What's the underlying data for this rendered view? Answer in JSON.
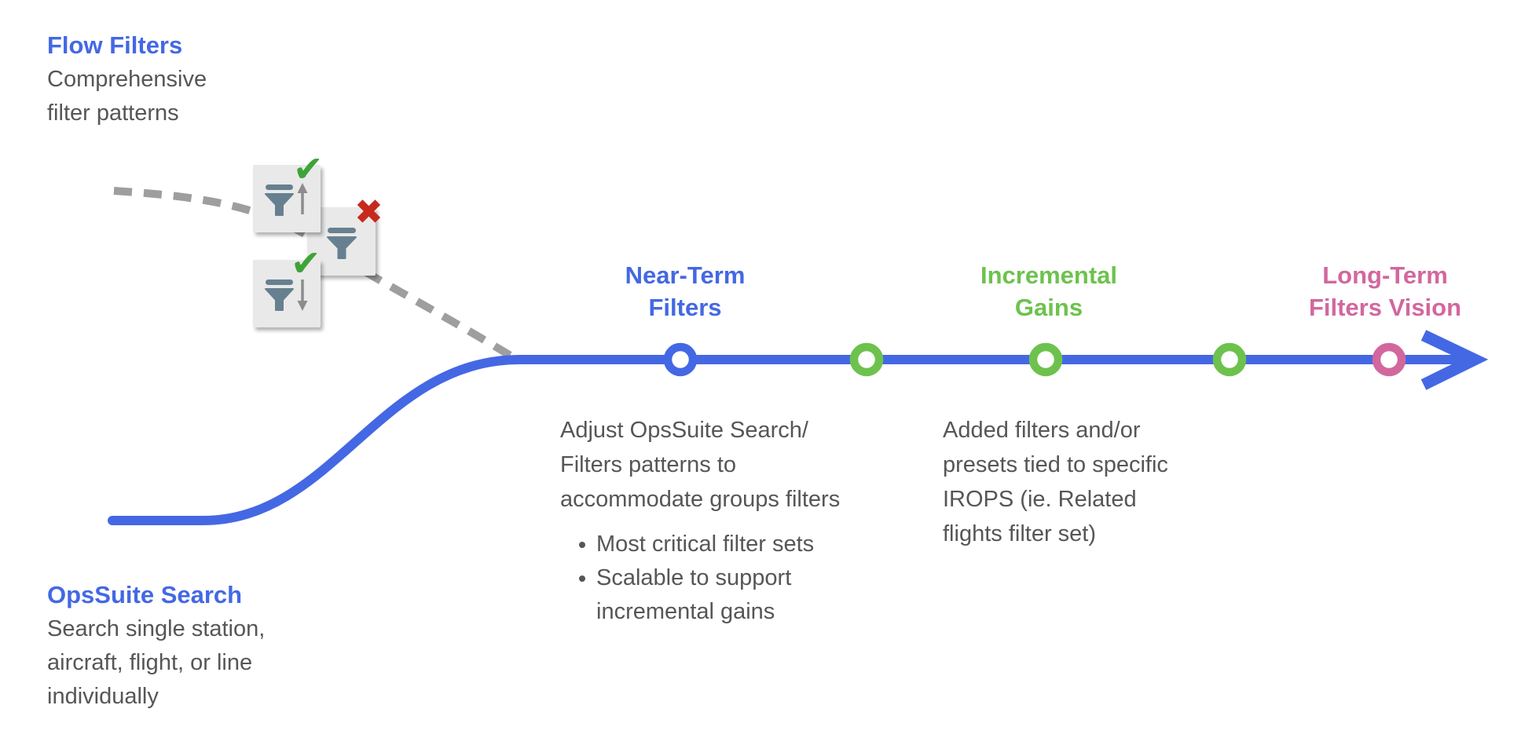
{
  "colors": {
    "blue": "#4468E4",
    "green": "#6DC24D",
    "pink": "#D2679E",
    "text_gray": "#565656",
    "dash_gray": "#9E9E9E",
    "check_green": "#3EA439",
    "x_red": "#C8291D",
    "square_bg": "#E9E9E9",
    "funnel_slate": "#67808F",
    "arrow_gray": "#8C8C8C"
  },
  "flow_filters": {
    "title": "Flow Filters",
    "line1": "Comprehensive",
    "line2": "filter patterns"
  },
  "ops_suite_search": {
    "title": "OpsSuite Search",
    "line1": "Search single station,",
    "line2": "aircraft, flight, or line",
    "line3": "individually"
  },
  "milestones": {
    "near_term": {
      "line1": "Near-Term",
      "line2": "Filters",
      "color": "#4468E4"
    },
    "incremental": {
      "line1": "Incremental",
      "line2": "Gains",
      "color": "#6DC24D"
    },
    "long_term": {
      "line1": "Long-Term",
      "line2": "Filters Vision",
      "color": "#D2679E"
    }
  },
  "near_term_detail": {
    "line1": "Adjust OpsSuite Search/",
    "line2": "Filters patterns to",
    "line3": "accommodate groups filters",
    "bullet1": "Most critical filter sets",
    "bullet2": "Scalable to support incremental gains"
  },
  "incremental_detail": {
    "line1": "Added filters and/or",
    "line2": "presets tied to specific",
    "line3": "IROPS (ie. Related",
    "line4": "flights filter set)"
  },
  "marks": {
    "check_glyph": "✔",
    "x_glyph": "✖"
  }
}
